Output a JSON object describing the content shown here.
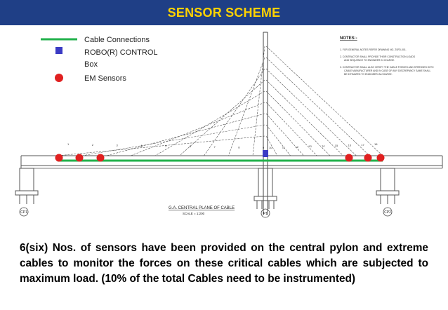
{
  "header": {
    "title": "SENSOR SCHEME",
    "bg_color": "#1f3f86",
    "title_color": "#ffd200"
  },
  "legend": {
    "items": [
      {
        "label": "Cable Connections",
        "icon": "green-line",
        "color": "#22b14c"
      },
      {
        "label": "ROBO(R) CONTROL",
        "icon": "blue-square",
        "color": "#3b3bc4"
      },
      {
        "label": "Box",
        "icon": "none"
      },
      {
        "label": "EM Sensors",
        "icon": "red-dot",
        "color": "#e02020"
      }
    ]
  },
  "notes": {
    "heading": "NOTES:-",
    "items": [
      "1.  FOR GENERAL NOTES REFER DRAWING NO. ZSFD-001.",
      "2.  CONTRACTOR SHALL PROVIDE THEIR CONSTRUCTION LOADS",
      "AND SEQUENCE TO ENGINEER IN CHARGE.",
      "3.  CONTRACTOR SHALL ALSO VERIFY THE CABLE FORCES AND STRESSES WITH",
      "CABLE MANUFACTURER AND IN CASE OF ANY DISCREPANCY SAME SHALL",
      "BE INTIMATED TO ENGINEER-IN-CHARGE."
    ]
  },
  "drawing": {
    "plan_title": "G.A. CENTRAL PLANE OF CABLE",
    "scale": "SCALE = 1:200",
    "pier_labels": [
      "CP1",
      "P1",
      "CP2"
    ],
    "cable_labels_left": [
      "1",
      "2",
      "3",
      "4",
      "5",
      "6",
      "7",
      "8",
      "9"
    ],
    "cable_labels_right": [
      "10",
      "11",
      "12",
      "13",
      "14",
      "15",
      "16",
      "17",
      "18"
    ],
    "sensor_color": "#e02020",
    "control_color": "#3b3bc4",
    "cable_color": "#22b14c"
  },
  "caption": "6(six) Nos. of sensors have been provided on the central pylon and extreme cables to monitor the forces on these critical cables which are subjected to maximum load. (10% of the total Cables need to be instrumented)"
}
